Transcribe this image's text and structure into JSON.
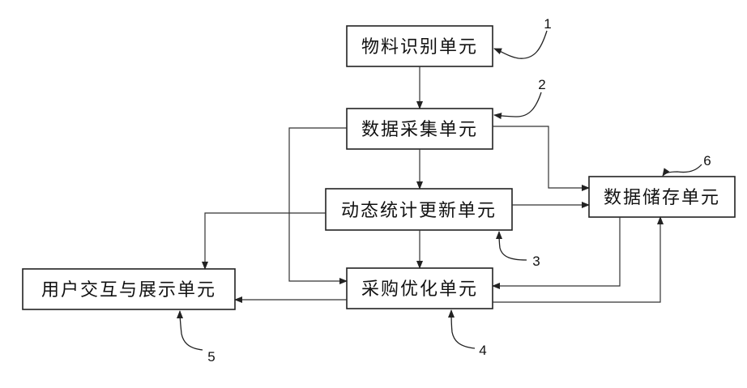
{
  "units": {
    "material_recognition": "物料识别单元",
    "data_collection": "数据采集单元",
    "dynamic_statistics_update": "动态统计更新单元",
    "data_storage": "数据储存单元",
    "procurement_optimization": "采购优化单元",
    "user_interaction_display": "用户交互与展示单元"
  },
  "reference_numbers": {
    "r1": "1",
    "r2": "2",
    "r3": "3",
    "r4": "4",
    "r5": "5",
    "r6": "6"
  }
}
